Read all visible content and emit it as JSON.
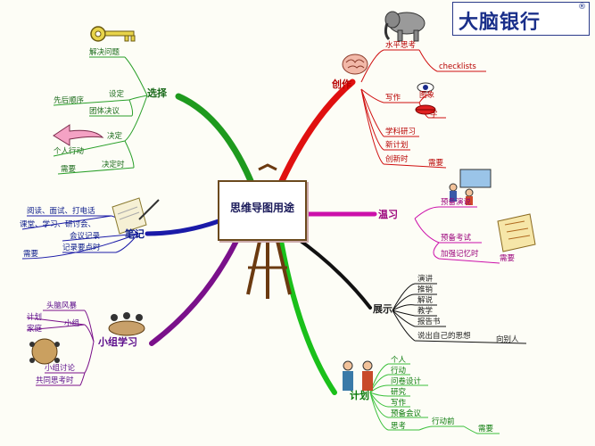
{
  "brand": {
    "name": "大脑银行",
    "mark": "®"
  },
  "center": "思维导图用途",
  "branches": {
    "choose": {
      "title": "选择",
      "items": [
        "解决问题",
        "先后顺序",
        "设定",
        "团体决议",
        "决定",
        "个人行动",
        "需要",
        "决定时"
      ]
    },
    "create": {
      "title": "创作",
      "items": [
        "水平思考",
        "checklists",
        "写作",
        "图象",
        "字",
        "学科研习",
        "新计划",
        "创新时",
        "需要"
      ]
    },
    "notes": {
      "title": "笔记",
      "items": [
        "阅读、面试、打电话",
        "课堂、学习、研讨会、",
        "会议记录",
        "记录要点时",
        "需要"
      ]
    },
    "review": {
      "title": "温习",
      "items": [
        "预备演说",
        "预备考试",
        "加强记忆时",
        "需要"
      ]
    },
    "present": {
      "title": "展示",
      "items": [
        "演讲",
        "推销",
        "解说",
        "教学",
        "报告书",
        "说出自己的思想",
        "向别人"
      ]
    },
    "group": {
      "title": "小组学习",
      "items": [
        "头脑风暴",
        "计划",
        "小组",
        "家庭",
        "小组讨论",
        "共同思考时"
      ]
    },
    "plan": {
      "title": "计划",
      "items": [
        "个人",
        "行动",
        "问卷设计",
        "研究",
        "写作",
        "预备会议",
        "思考",
        "行动前",
        "需要"
      ]
    }
  }
}
